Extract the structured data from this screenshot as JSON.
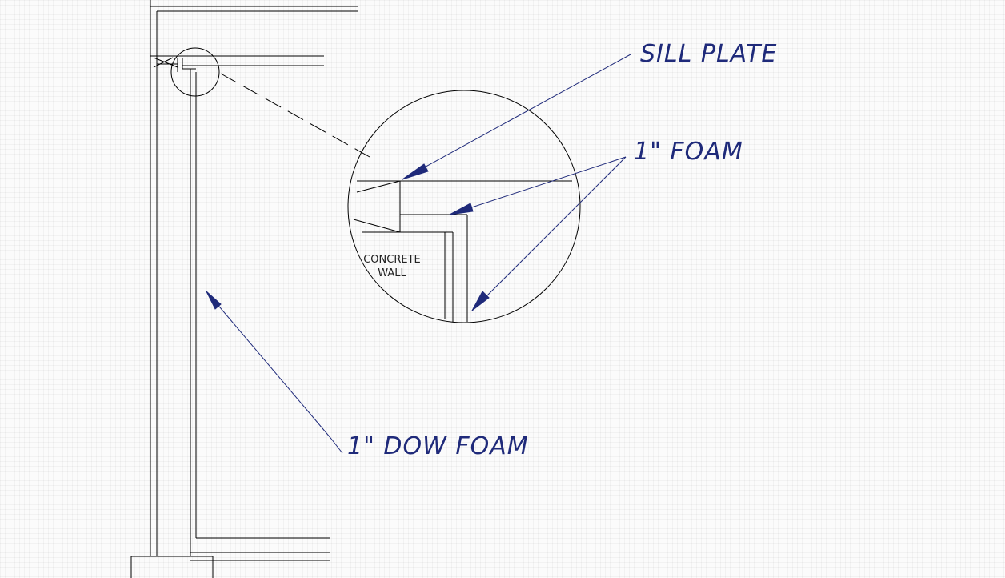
{
  "labels": {
    "sill_plate": "SILL PLATE",
    "foam": "1\" FOAM",
    "concrete_line1": "CONCRETE",
    "concrete_line2": "WALL",
    "dow_foam": "1\" DOW FOAM"
  },
  "colors": {
    "linework": "#000000",
    "leader": "#1f2a7a",
    "text": "#1f2a7a",
    "background": "#fbfbfb"
  }
}
